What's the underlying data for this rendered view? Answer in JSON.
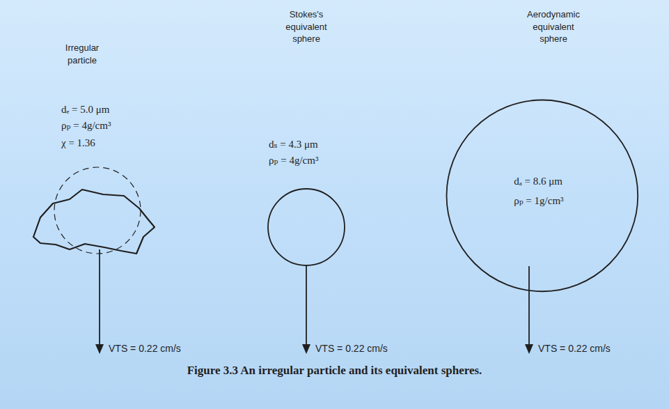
{
  "diagram": {
    "caption": "Figure 3.3 An irregular particle and its equivalent spheres.",
    "nodes": [
      {
        "text": [
          "dₐ = 8.6 μm",
          "ρₚ = 1g/cm³"
        ]
      }
    ],
    "labels": [
      "Irregular particle",
      "Stokes's equivalent sphere",
      "Aerodynamic equivalent sphere",
      "dₑ = 5.0 μm",
      "ρₚ = 4g/cm³",
      "χ = 1.36",
      "dₛ = 4.3 μm",
      "ρₚ = 4g/cm³",
      "VTS = 0.22 cm/s",
      "VTS = 0.22 cm/s",
      "VTS = 0.22 cm/s"
    ]
  }
}
